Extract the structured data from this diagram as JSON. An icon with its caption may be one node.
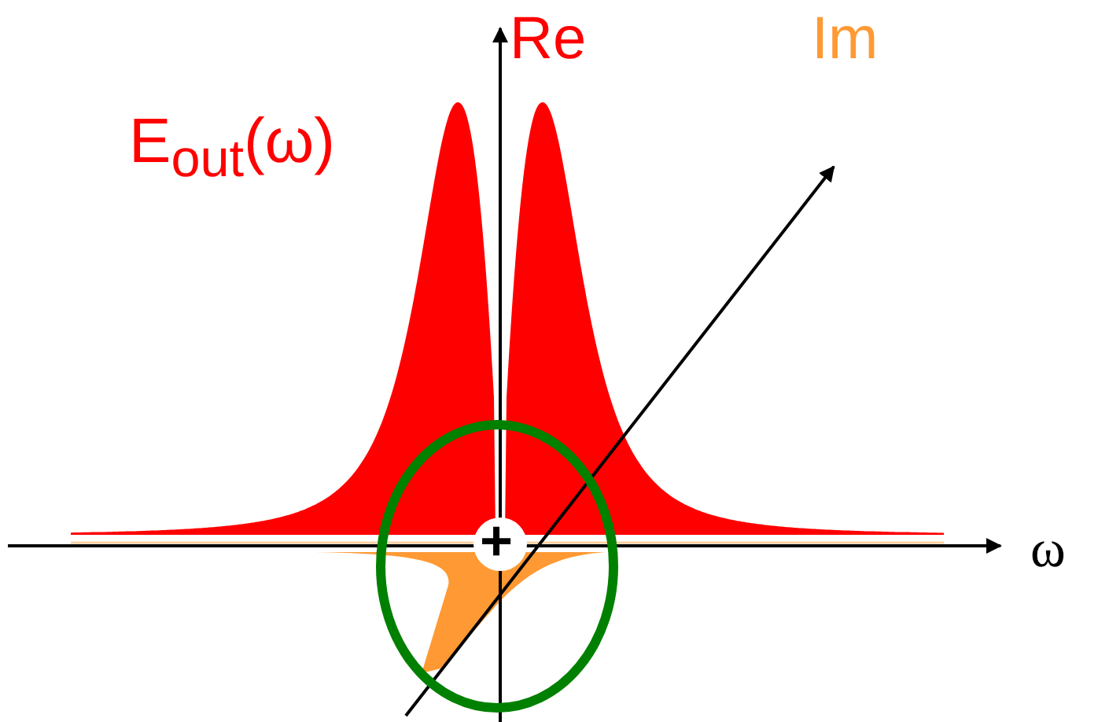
{
  "diagram": {
    "labels": [
      "E$_{out}$(ω)",
      "Re",
      "Im",
      "ω",
      "+"
    ]
  }
}
